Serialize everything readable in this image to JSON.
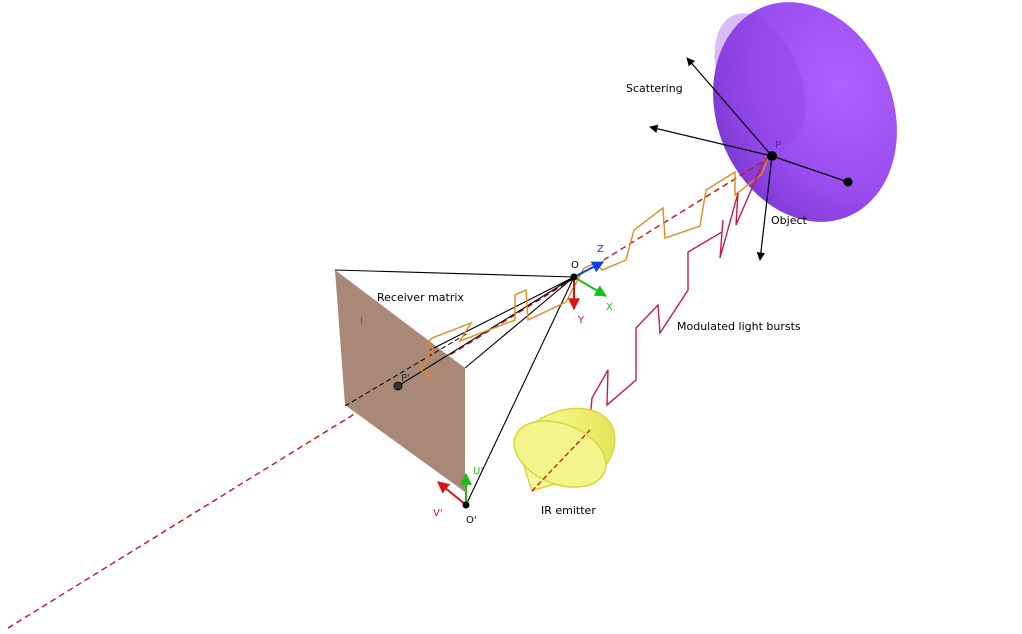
{
  "labels": {
    "scattering": "Scattering",
    "object": "Object",
    "point_p": "P",
    "receiver_matrix": "Receiver matrix",
    "modulated": "Modulated light bursts",
    "ir_emitter": "IR emitter",
    "matrix_i": "I",
    "point_p_prime": "P'",
    "origin_o": "O",
    "origin_o_prime": "O'",
    "axis_x": "X",
    "axis_y": "Y",
    "axis_z": "Z",
    "axis_u": "U'",
    "axis_v": "V'"
  },
  "colors": {
    "object_fill": "#9a4ef0",
    "receiver_fill": "#a98878",
    "emitter_fill": "#f1f27a",
    "emitted_wave": "#c81a4a",
    "reflected_wave": "#e08a1e",
    "optical_axis": "#d01010",
    "axis_x": "#19c019",
    "axis_y": "#e01010",
    "axis_z": "#1040e0"
  }
}
